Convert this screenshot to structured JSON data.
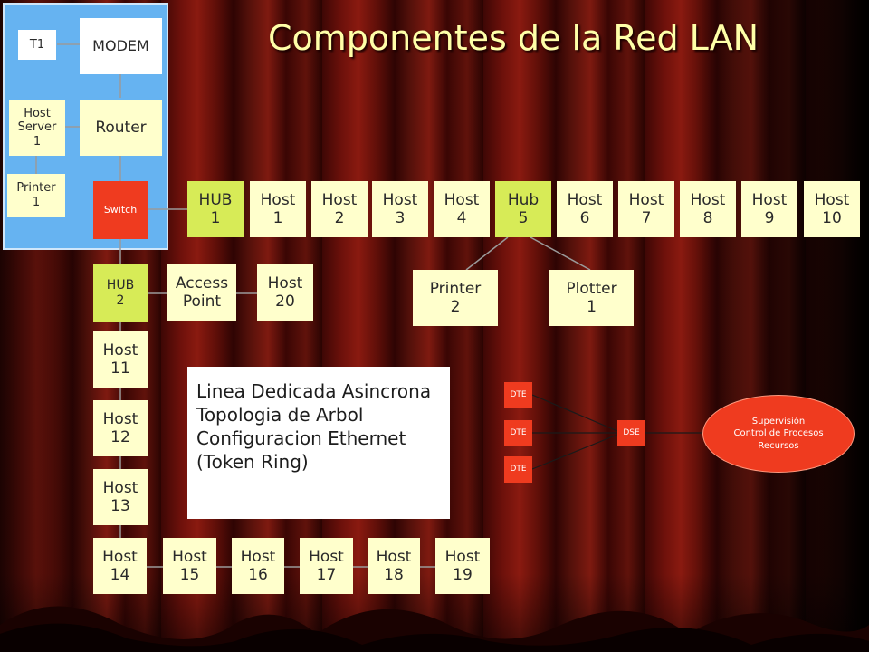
{
  "title": "Componentes de la Red LAN",
  "panel": {
    "t1": "T1",
    "modem": "MODEM",
    "host_server": [
      "Host",
      "Server",
      "1"
    ],
    "router": "Router",
    "printer1": [
      "Printer",
      "1"
    ],
    "switch": "Switch"
  },
  "top_row": [
    [
      "HUB",
      "1"
    ],
    [
      "Host",
      "1"
    ],
    [
      "Host",
      "2"
    ],
    [
      "Host",
      "3"
    ],
    [
      "Host",
      "4"
    ],
    [
      "Hub",
      "5"
    ],
    [
      "Host",
      "6"
    ],
    [
      "Host",
      "7"
    ],
    [
      "Host",
      "8"
    ],
    [
      "Host",
      "9"
    ],
    [
      "Host",
      "10"
    ]
  ],
  "hub2": [
    "HUB",
    "2"
  ],
  "access_point": [
    "Access",
    "Point"
  ],
  "host20": [
    "Host",
    "20"
  ],
  "printer2": [
    "Printer",
    "2"
  ],
  "plotter1": [
    "Plotter",
    "1"
  ],
  "left_column": [
    [
      "Host",
      "11"
    ],
    [
      "Host",
      "12"
    ],
    [
      "Host",
      "13"
    ],
    [
      "Host",
      "14"
    ]
  ],
  "bottom_row": [
    [
      "Host",
      "15"
    ],
    [
      "Host",
      "16"
    ],
    [
      "Host",
      "17"
    ],
    [
      "Host",
      "18"
    ],
    [
      "Host",
      "19"
    ]
  ],
  "notes": [
    "Linea Dedicada Asincrona",
    "Topologia de Arbol",
    "Configuracion Ethernet",
    "(Token Ring)"
  ],
  "dte_labels": [
    "DTE",
    "DTE",
    "DTE"
  ],
  "dse": "DSE",
  "supervision": [
    "Supervisión",
    "Control de Procesos",
    "Recursos"
  ],
  "colors": {
    "panel": "#66b3f1",
    "pale_box": "#ffffcc",
    "hub": "#d7eb57",
    "switch": "#ef3b1f",
    "title": "#ffffa8"
  }
}
